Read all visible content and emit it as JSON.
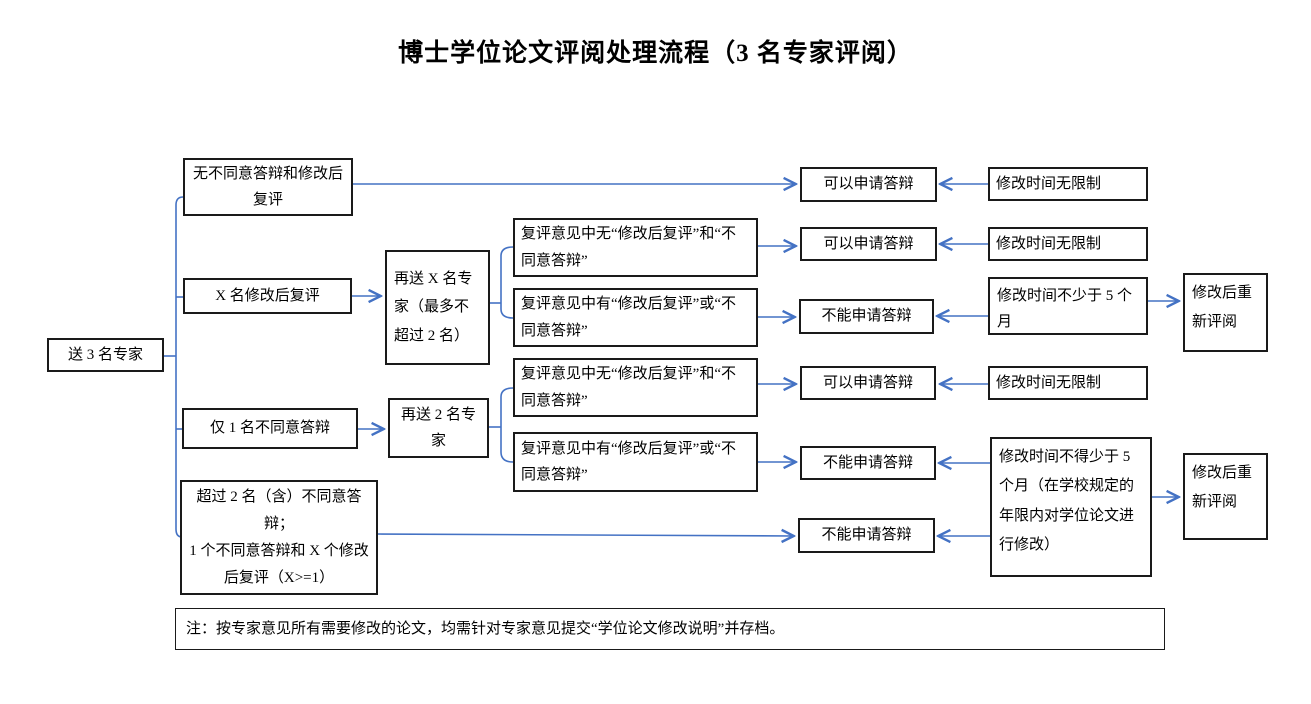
{
  "title": "博士学位论文评阅处理流程（3 名专家评阅）",
  "colors": {
    "arrow": "#4472C4",
    "box_border": "#1a1a1a",
    "background": "#ffffff",
    "text": "#000000"
  },
  "nodes": {
    "send3": "送 3 名专家",
    "branch_no_objection": "无不同意答辩和修改后复评",
    "branch_x_revise": "X 名修改后复评",
    "resend_x": "再送 X 名专家（最多不超过 2 名）",
    "review1_none": "复评意见中无“修改后复评”和“不同意答辩”",
    "review1_has": "复评意见中有“修改后复评”或“不同意答辩”",
    "branch_one_disagree": "仅 1 名不同意答辩",
    "resend_2": "再送 2 名专家",
    "review2_none": "复评意见中无“修改后复评”和“不同意答辩”",
    "review2_has": "复评意见中有“修改后复评”或“不同意答辩”",
    "branch_over2": "超过 2 名（含）不同意答辩；\n1 个不同意答辩和 X 个修改后复评（X>=1）",
    "ok1": "可以申请答辩",
    "ok2": "可以申请答辩",
    "no3": "不能申请答辩",
    "ok4": "可以申请答辩",
    "no5": "不能申请答辩",
    "no6": "不能申请答辩",
    "time_unlimited1": "修改时间无限制",
    "time_unlimited2": "修改时间无限制",
    "time_5months": "修改时间不少于 5 个月",
    "time_unlimited4": "修改时间无限制",
    "time_5months_detail": "修改时间不得少于 5 个月（在学校规定的年限内对学位论文进行修改）",
    "rereview1": "修改后重新评阅",
    "rereview2": "修改后重新评阅"
  },
  "note": "注：按专家意见所有需要修改的论文，均需针对专家意见提交“学位论文修改说明”并存档。"
}
